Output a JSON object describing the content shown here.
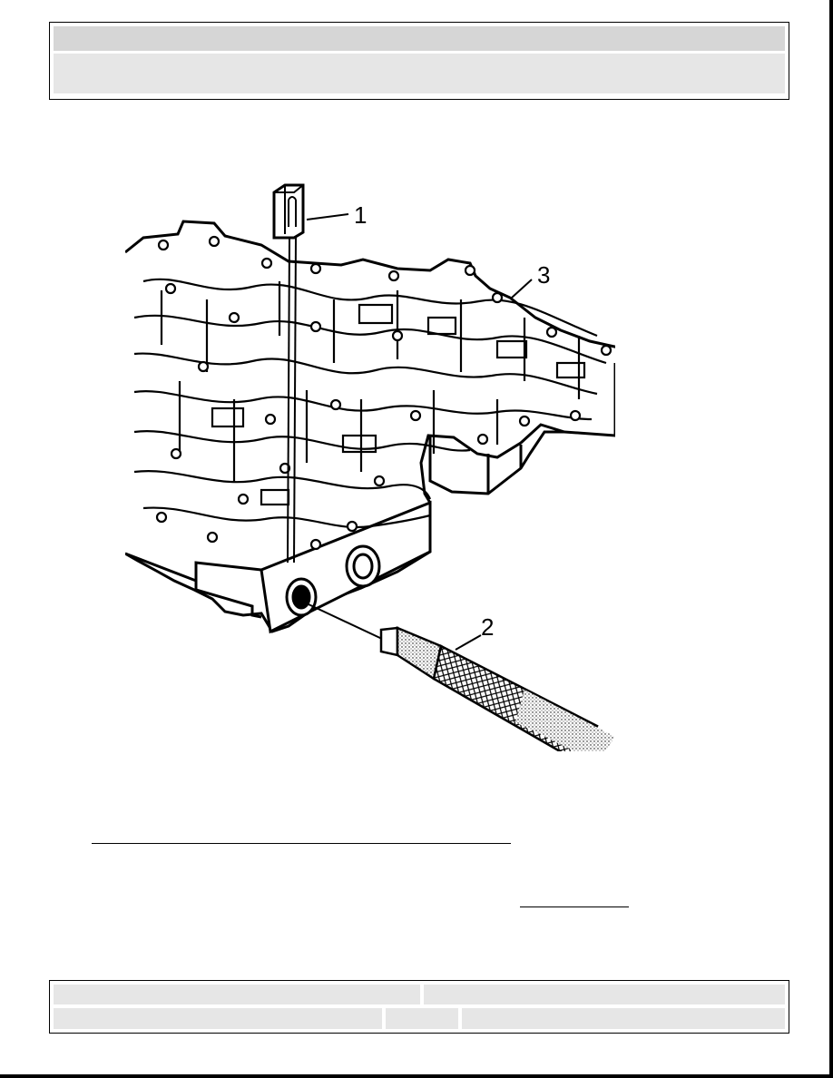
{
  "header": {
    "title": "",
    "subtitle": ""
  },
  "figure": {
    "callouts": [
      "1",
      "2",
      "3"
    ]
  },
  "footer": {
    "left_top": "",
    "right_top": "",
    "left_bottom": "",
    "middle_bottom": "",
    "right_bottom": ""
  },
  "colors": {
    "header_top": "#d6d6d6",
    "header_bottom": "#e6e6e6",
    "footer_cells": "#e6e6e6"
  }
}
